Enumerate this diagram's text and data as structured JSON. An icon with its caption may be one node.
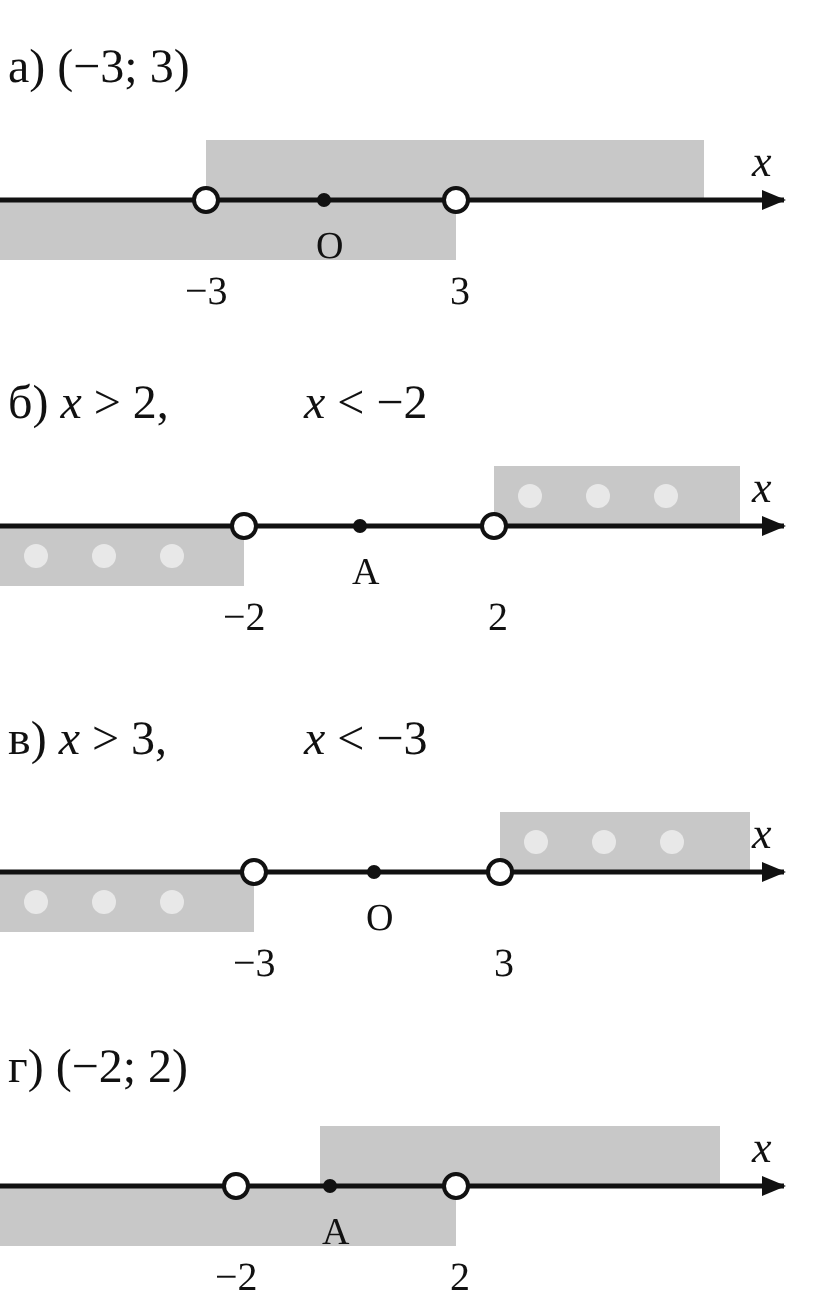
{
  "diagram": {
    "labels": [
      "а) (−3; 3)",
      "*x*",
      "O",
      "−3",
      "3",
      "б) *x* > 2,",
      "*x* < −2",
      "*x*",
      "A",
      "−2",
      "2",
      "в) *x* > 3,",
      "*x* < −3",
      "*x*",
      "O",
      "−3",
      "3",
      "г) (−2; 2)",
      "*x*",
      "A",
      "−2",
      "2"
    ]
  }
}
